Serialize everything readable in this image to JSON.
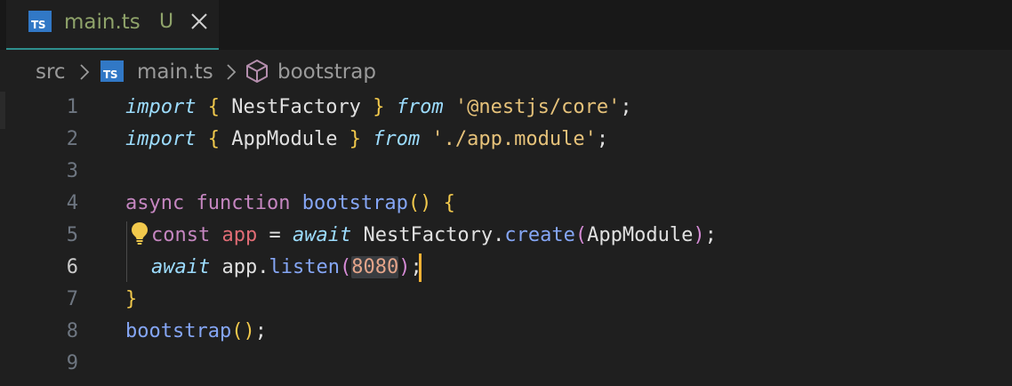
{
  "tab": {
    "badge": "TS",
    "title": "main.ts",
    "status": "U",
    "close_icon": "close-icon"
  },
  "breadcrumb": {
    "folder": "src",
    "badge": "TS",
    "file": "main.ts",
    "symbol_icon": "cube-icon",
    "symbol": "bootstrap"
  },
  "editor": {
    "active_line": 6,
    "lines": [
      {
        "number": "1"
      },
      {
        "number": "2"
      },
      {
        "number": "3"
      },
      {
        "number": "4"
      },
      {
        "number": "5"
      },
      {
        "number": "6"
      },
      {
        "number": "7"
      },
      {
        "number": "8"
      },
      {
        "number": "9"
      }
    ],
    "tokens": {
      "l1_import": "import",
      "l1_open": "{",
      "l1_name": "NestFactory",
      "l1_close": "}",
      "l1_from": "from",
      "l1_str": "'@nestjs/core'",
      "l1_semi": ";",
      "l2_import": "import",
      "l2_open": "{",
      "l2_name": "AppModule",
      "l2_close": "}",
      "l2_from": "from",
      "l2_str": "'./app.module'",
      "l2_semi": ";",
      "l4_async": "async",
      "l4_function": "function",
      "l4_name": "bootstrap",
      "l4_parens": "()",
      "l4_brace": "{",
      "l5_const": "const",
      "l5_app": "app",
      "l5_eq": "=",
      "l5_await": "await",
      "l5_obj": "NestFactory",
      "l5_dot": ".",
      "l5_method": "create",
      "l5_po": "(",
      "l5_arg": "AppModule",
      "l5_pc": ")",
      "l5_semi": ";",
      "l6_await": "await",
      "l6_app": "app",
      "l6_dot": ".",
      "l6_method": "listen",
      "l6_po": "(",
      "l6_port": "8080",
      "l6_pc": ")",
      "l6_semi": ";",
      "l7_brace": "}",
      "l8_name": "bootstrap",
      "l8_parens": "()",
      "l8_semi": ";"
    }
  },
  "colors": {
    "background": "#1f1f1f",
    "tab_underline": "#2e8f8d",
    "ts_badge": "#3178c6",
    "modified_status": "#8fa36a",
    "cursor": "#f2b134",
    "lightbulb": "#f2c94c"
  }
}
